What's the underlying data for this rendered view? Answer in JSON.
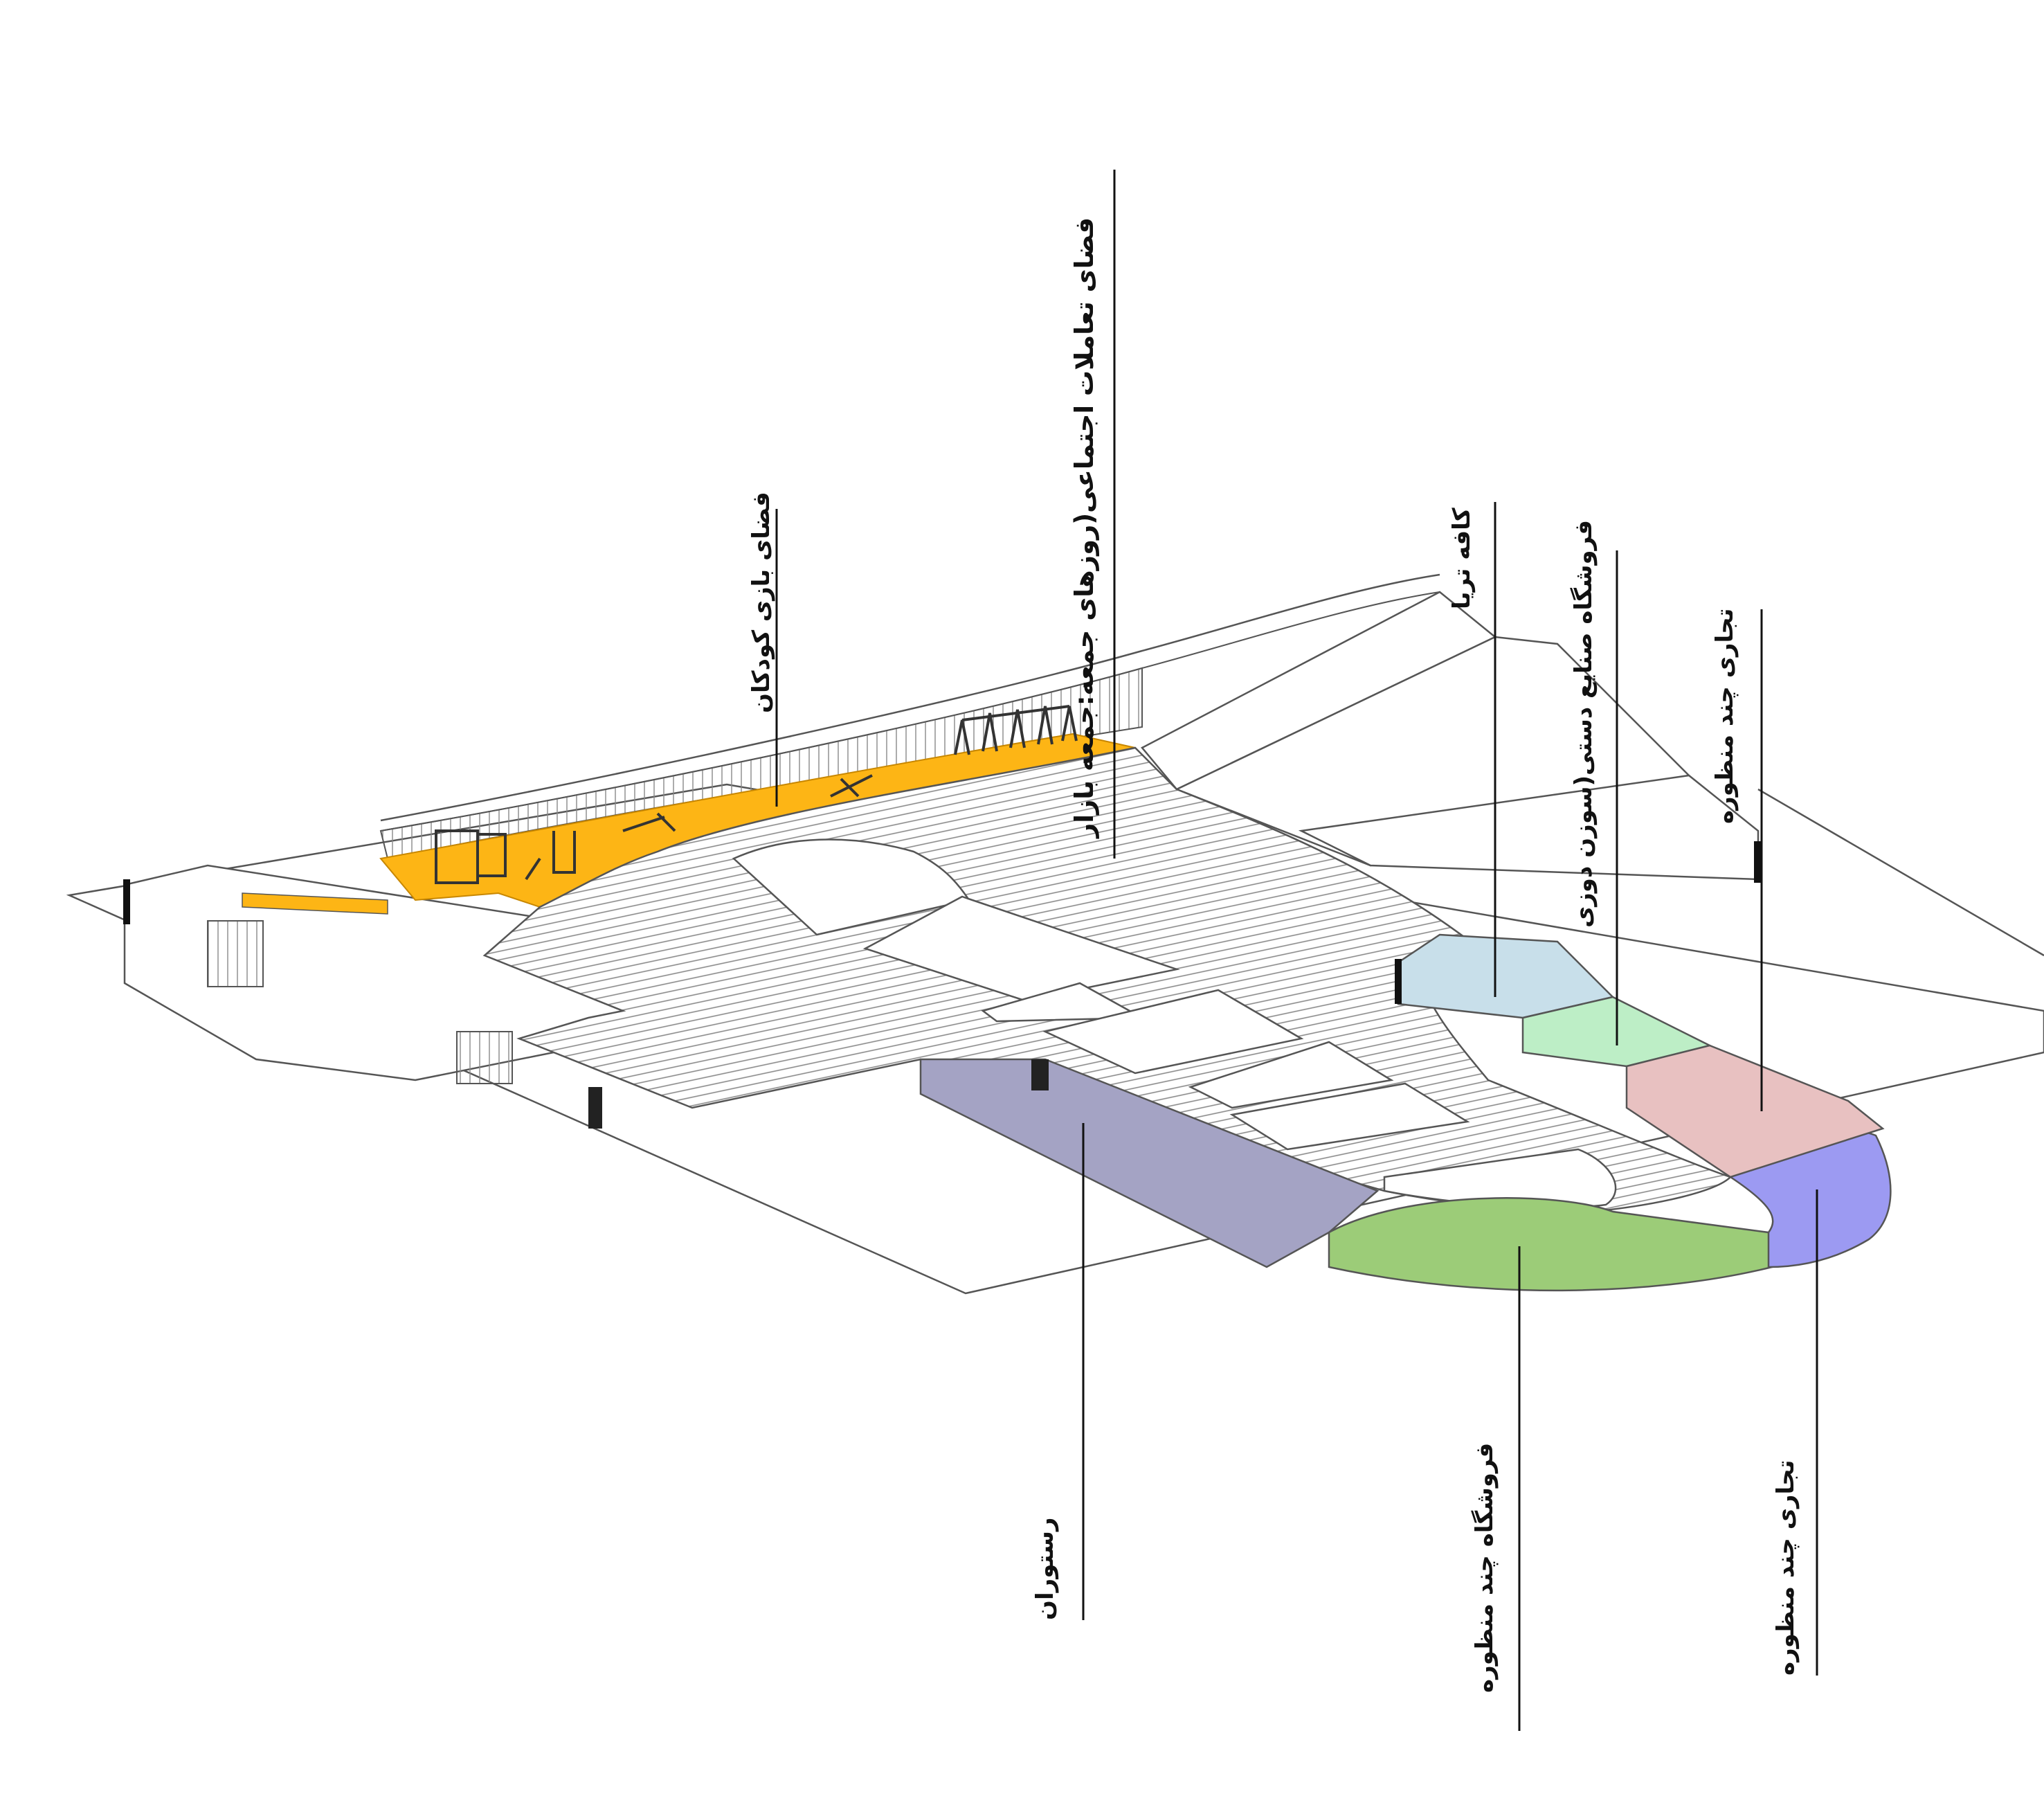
{
  "labels": {
    "social": "فضای تعاملات اجتماعی(روزهای جمعه:جمعه بازار",
    "playground": "فضای بازی کودکان",
    "cafe": "کافه تریا",
    "handicraft": "فروشگاه صنایع دستی(سوزن دوزی",
    "commercial_top": "تجاری  چند منظوره",
    "restaurant": "رستوران",
    "store_multi": "فروشگاه چند منظوره",
    "commercial_bottom": "تجاری  چند منظوره"
  },
  "colors": {
    "playground": "#FDB515",
    "cafe": "#C8DFEA",
    "handicraft": "#BDEEC6",
    "commercial_pink": "#E8C1C1",
    "commercial_violet": "#9C9AF2",
    "store_green": "#9CCC78",
    "restaurant": "#A4A3C4",
    "plaza_hatch": "#8a8a8a",
    "outline": "#555555"
  }
}
